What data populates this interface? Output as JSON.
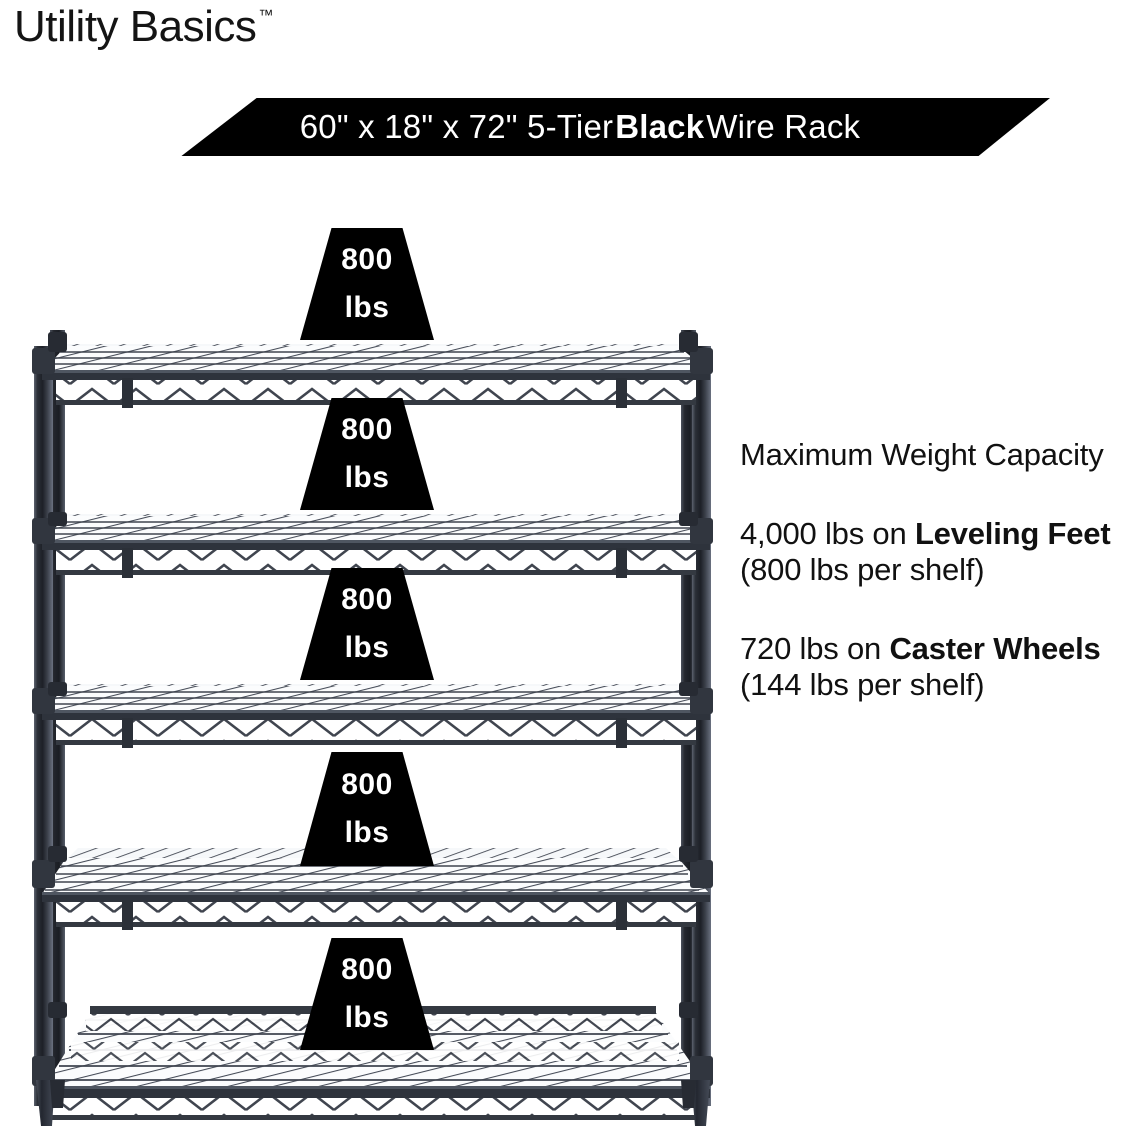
{
  "brand": {
    "name": "Utility Basics",
    "trademark": "™"
  },
  "banner": {
    "text_prefix": "60\" x 18\" x 72\" 5-Tier ",
    "text_bold": "Black",
    "text_suffix": " Wire Rack",
    "full_text": "60\" x 18\" x 72\" 5-Tier Black Wire Rack",
    "background_color": "#000000",
    "text_color": "#ffffff"
  },
  "product": {
    "width_in": "60\"",
    "depth_in": "18\"",
    "height_in": "72\"",
    "tiers": "5-Tier",
    "color": "Black",
    "type": "Wire Rack",
    "frame_color": "#33373f"
  },
  "badges": [
    {
      "amount": "800",
      "unit": "lbs"
    },
    {
      "amount": "800",
      "unit": "lbs"
    },
    {
      "amount": "800",
      "unit": "lbs"
    },
    {
      "amount": "800",
      "unit": "lbs"
    },
    {
      "amount": "800",
      "unit": "lbs"
    }
  ],
  "copy": {
    "heading": "Maximum Weight Capacity",
    "leveling": {
      "amount": "4,000 lbs on ",
      "bold": "Leveling Feet",
      "detail": " (800 lbs per shelf)"
    },
    "caster": {
      "amount": "720 lbs on ",
      "bold": "Caster Wheels",
      "detail": " (144 lbs per shelf)"
    }
  }
}
